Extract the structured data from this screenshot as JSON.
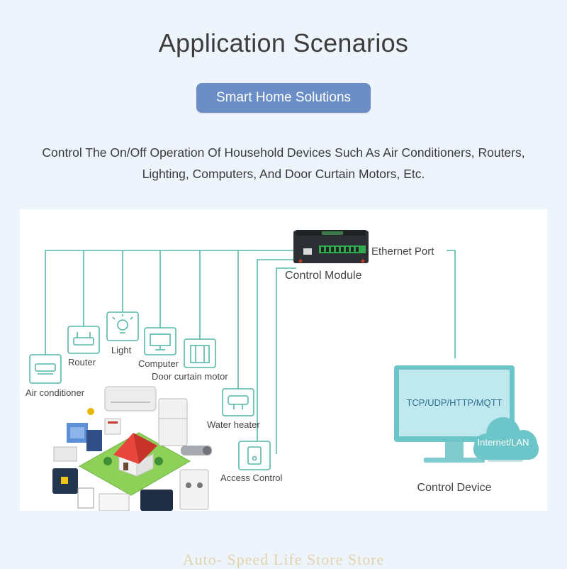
{
  "header": {
    "title": "Application Scenarios",
    "badge": "Smart Home Solutions"
  },
  "description": {
    "line1": "Control The On/Off Operation Of Household Devices Such As Air Conditioners, Routers,",
    "line2": "Lighting, Computers, And Door Curtain Motors, Etc."
  },
  "diagram": {
    "module_label": "Control Module",
    "ethernet_label": "Ethernet Port",
    "devices": {
      "air_conditioner": "Air conditioner",
      "router": "Router",
      "light": "Light",
      "computer": "Computer",
      "door_curtain_motor": "Door curtain motor",
      "water_heater": "Water heater",
      "access_control": "Access Control"
    },
    "monitor_text": "TCP/UDP/HTTP/MQTT",
    "cloud_text": "Internet/LAN",
    "control_device_label": "Control Device"
  },
  "watermark": "Auto- Speed Life Store Store",
  "colors": {
    "accent": "#6b8ec6",
    "line": "#55b8a9",
    "monitor_frame": "#6cc5c8",
    "monitor_screen": "#bfe9ef"
  }
}
